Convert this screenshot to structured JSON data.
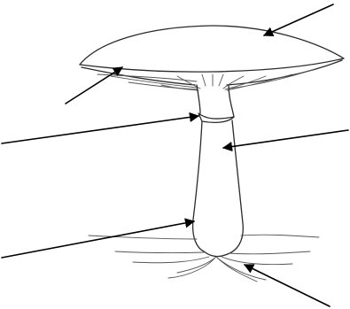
{
  "diagram": {
    "subject": "mushroom",
    "labels": [],
    "pointers": [
      {
        "id": "cap"
      },
      {
        "id": "gills"
      },
      {
        "id": "ring"
      },
      {
        "id": "stem"
      },
      {
        "id": "volva"
      },
      {
        "id": "mycelium"
      }
    ],
    "colors": {
      "background": "#ffffff",
      "ink": "#2a2a2a",
      "arrow": "#000000"
    }
  }
}
